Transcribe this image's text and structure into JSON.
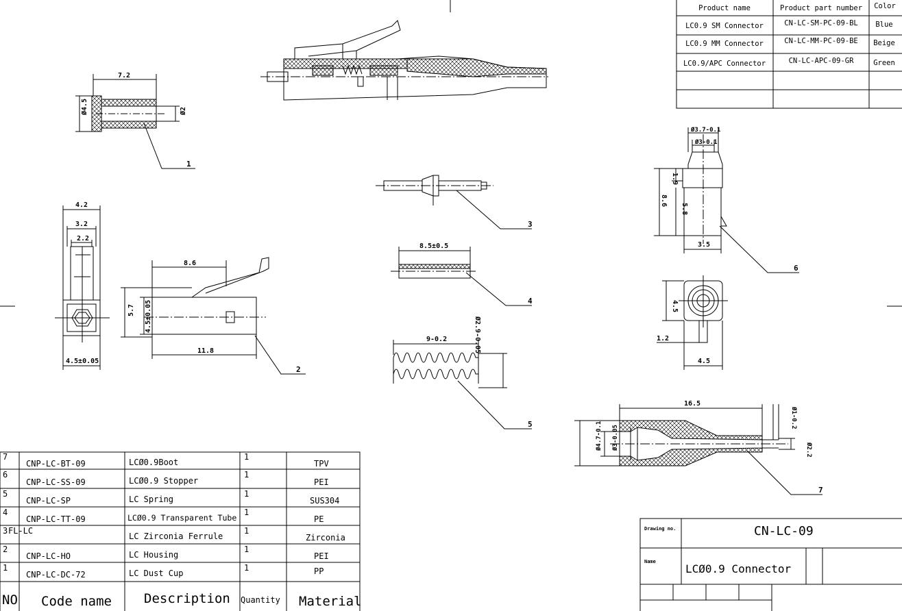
{
  "product_table": {
    "headers": [
      "Product name",
      "Product part number",
      "Color"
    ],
    "rows": [
      [
        "LC0.9 SM Connector",
        "CN-LC-SM-PC-09-BL",
        "Blue"
      ],
      [
        "LC0.9 MM Connector",
        "CN-LC-MM-PC-09-BE",
        "Beige"
      ],
      [
        "LC0.9/APC Connector",
        "CN-LC-APC-09-GR",
        "Green"
      ]
    ]
  },
  "bom": {
    "headers": [
      "NO",
      "Code name",
      "Description",
      "Quantity",
      "Material"
    ],
    "rows": [
      [
        "7",
        "CNP-LC-BT-09",
        "LCØ0.9Boot",
        "1",
        "TPV"
      ],
      [
        "6",
        "CNP-LC-SS-09",
        "LCØ0.9 Stopper",
        "1",
        "PEI"
      ],
      [
        "5",
        "CNP-LC-SP",
        "LC Spring",
        "1",
        "SUS304"
      ],
      [
        "4",
        "CNP-LC-TT-09",
        "LCØ0.9 Transparent Tube",
        "1",
        "PE"
      ],
      [
        "3",
        "FL-LC",
        "LC Zirconia Ferrule",
        "1",
        "Zirconia"
      ],
      [
        "2",
        "CNP-LC-HO",
        "LC Housing",
        "1",
        "PEI"
      ],
      [
        "1",
        "CNP-LC-DC-72",
        "LC Dust Cup",
        "1",
        "PP"
      ]
    ]
  },
  "title_block": {
    "drawing_no_label": "Drawing no.",
    "drawing_no": "CN-LC-09",
    "name_label": "Name",
    "name": "LCØ0.9 Connector"
  },
  "dimensions": {
    "dust_cup_length": "7.2",
    "dust_cup_od": "Ø4.5",
    "dust_cup_id": "Ø2",
    "housing_w1": "4.2",
    "housing_w2": "3.2",
    "housing_w3": "2.2",
    "housing_w4": "4.5±0.05",
    "housing_len1": "8.6",
    "housing_h1": "5.7",
    "housing_h2": "4.5±0.05",
    "housing_len2": "11.8",
    "tube_len": "8.5±0.5",
    "spring_len": "9-0.2",
    "spring_dia": "Ø2.9-0.05",
    "stopper_d1": "Ø3.7-0.1",
    "stopper_d2": "Ø3-0.1",
    "stopper_h1": "1.9",
    "stopper_h2": "8.6",
    "stopper_h3": "5.8",
    "stopper_w": "3.5",
    "stopper_sq": "4.5",
    "stopper_sq_w": "4.5",
    "stopper_off": "1.2",
    "boot_len": "16.5",
    "boot_d1": "Ø1-0.2",
    "boot_d2": "Ø4.7-0.1",
    "boot_d3": "Ø3-0.05",
    "boot_d4": "Ø2.2"
  },
  "balloons": [
    "1",
    "2",
    "3",
    "4",
    "5",
    "6",
    "7"
  ]
}
